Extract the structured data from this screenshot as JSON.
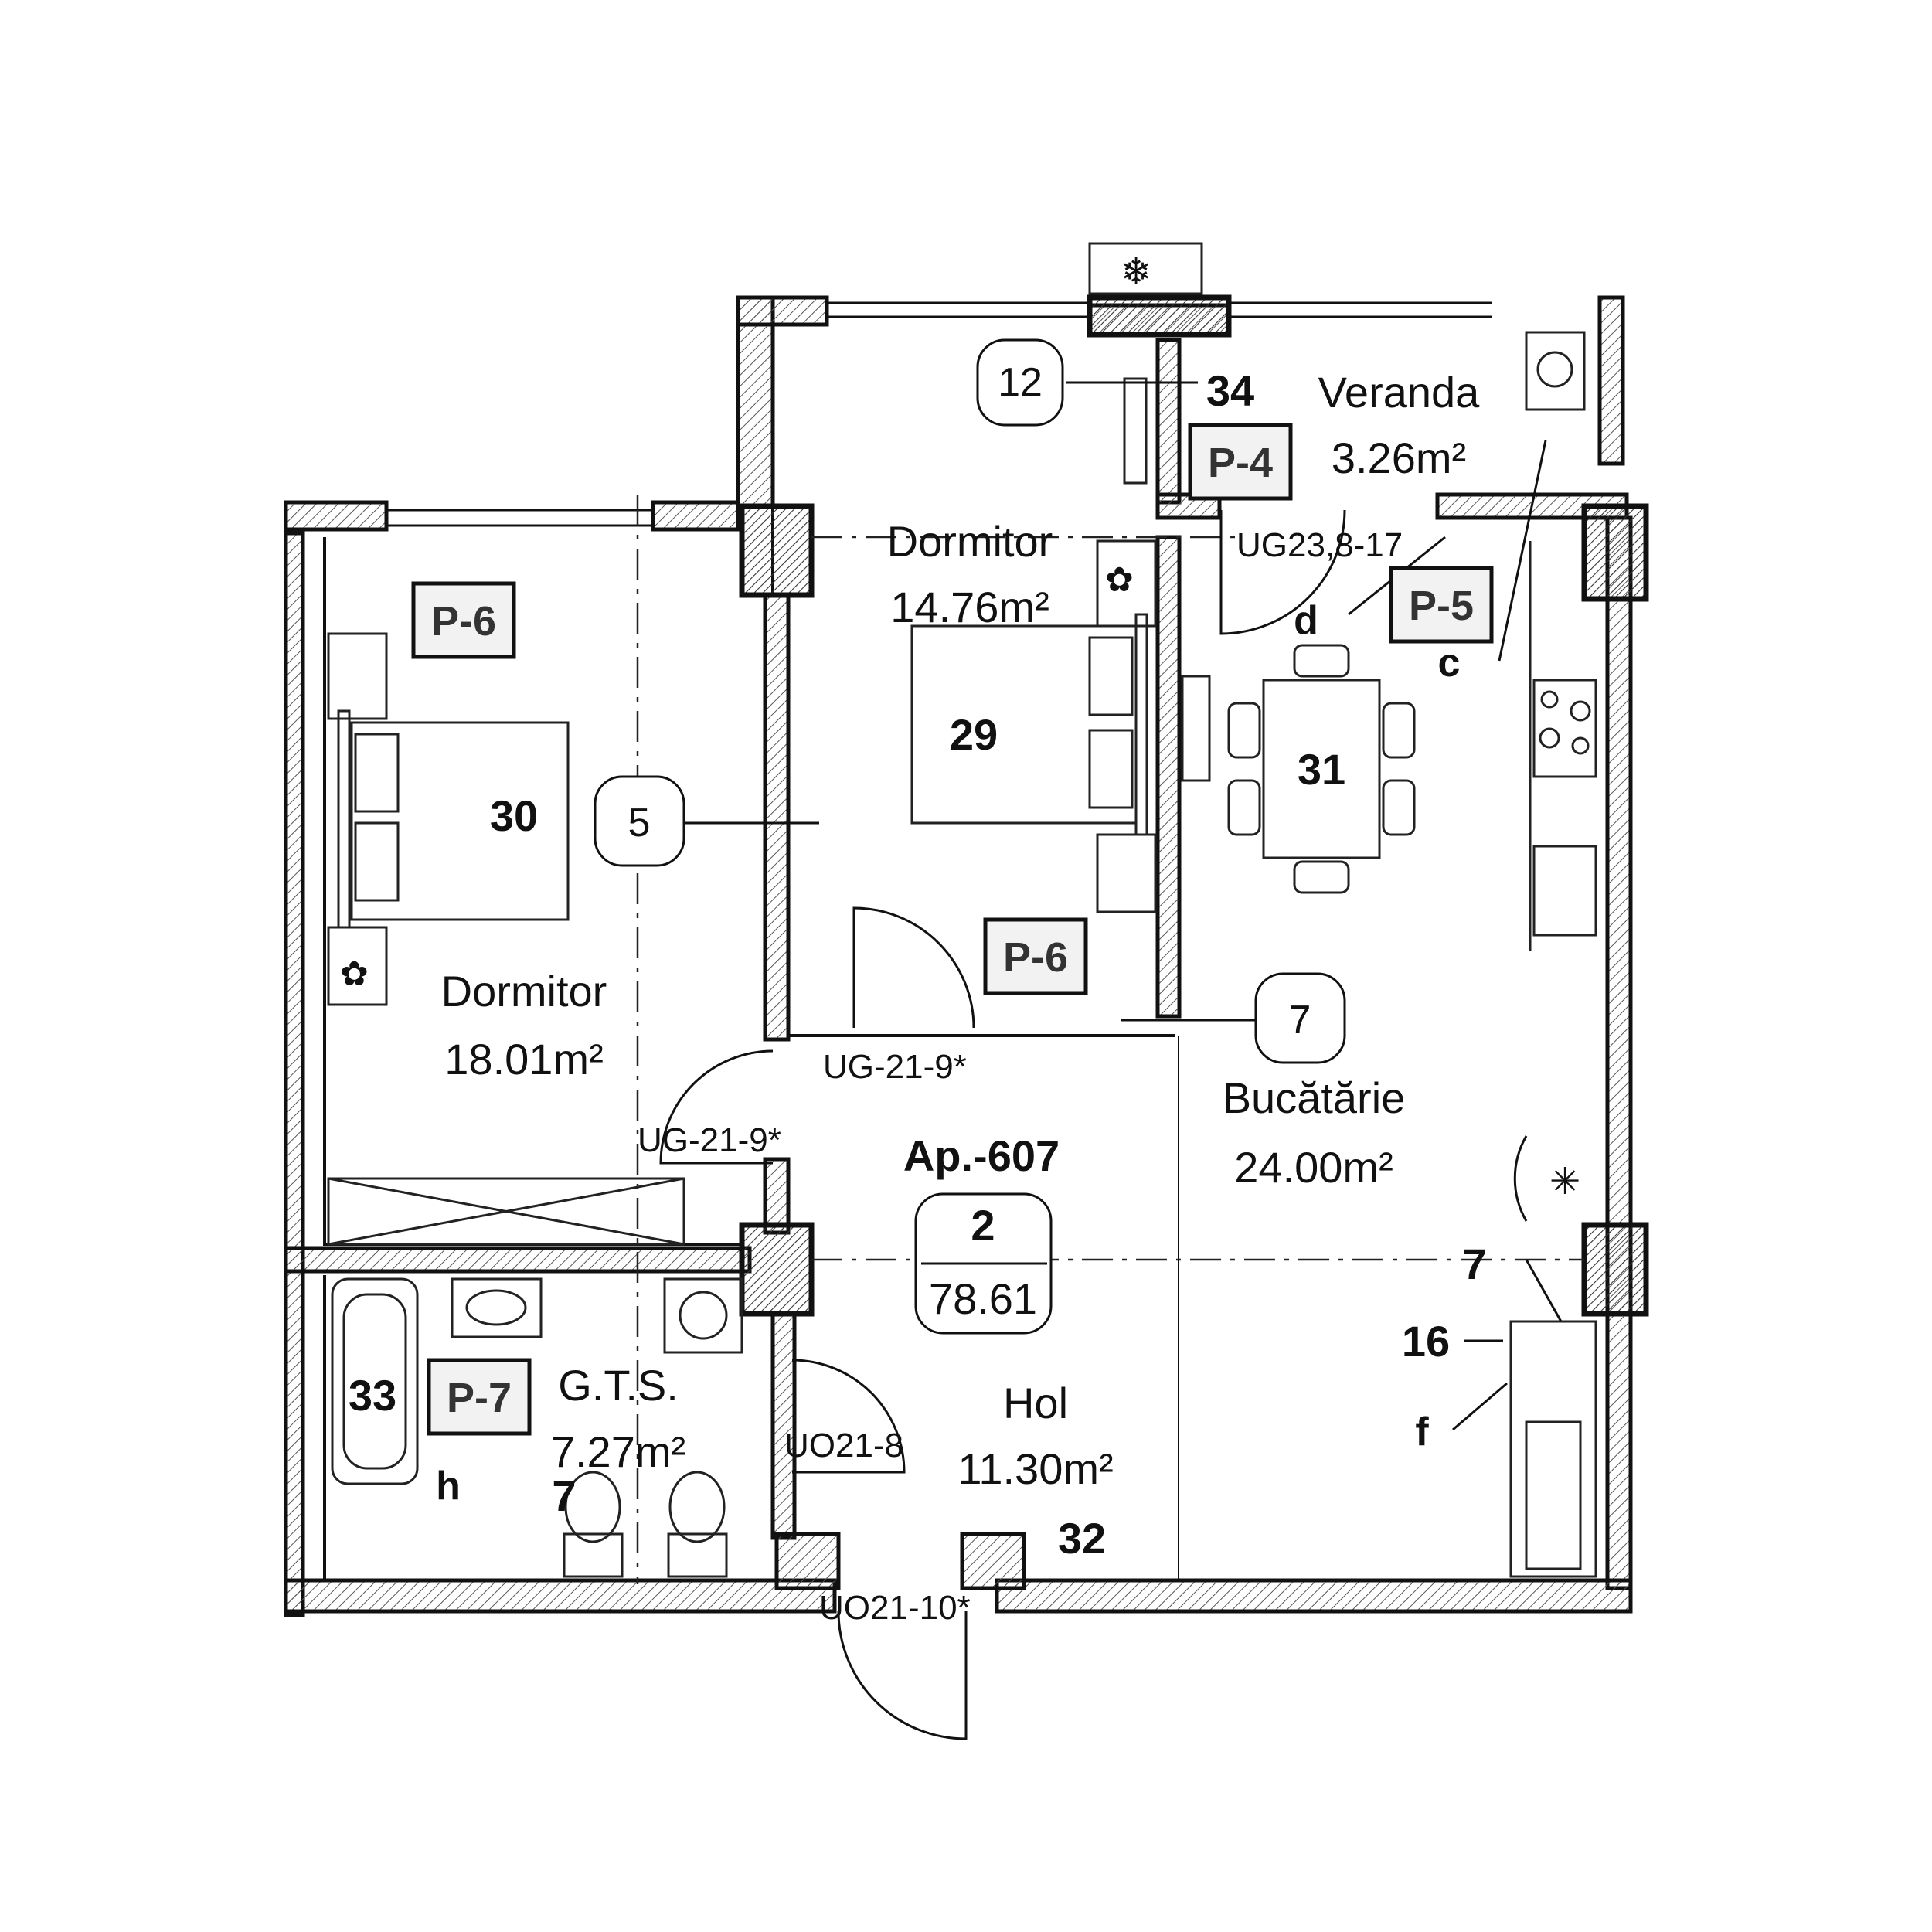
{
  "apartment": {
    "id": "Ap.-607",
    "rooms_count": "2",
    "total_area": "78.61"
  },
  "rooms": {
    "bedroom_left": {
      "name": "Dormitor",
      "area": "18.01m²"
    },
    "bedroom_top": {
      "name": "Dormitor",
      "area": "14.76m²"
    },
    "veranda": {
      "name": "Veranda",
      "area": "3.26m²"
    },
    "kitchen": {
      "name": "Bucătărie",
      "area": "24.00m²"
    },
    "bathroom": {
      "name": "G.T.S.",
      "area": "7.27m²"
    },
    "hall": {
      "name": "Hol",
      "area": "11.30m²"
    }
  },
  "panel_tags": {
    "p6_left": "P-6",
    "p6_mid": "P-6",
    "p4": "P-4",
    "p5": "P-5",
    "p7": "P-7"
  },
  "circle_marks": {
    "m12": "12",
    "m5": "5",
    "m7": "7"
  },
  "item_numbers": {
    "n29": "29",
    "n30": "30",
    "n31": "31",
    "n32": "32",
    "n33": "33",
    "n34": "34",
    "n16": "16",
    "n7a": "7",
    "n7b": "7"
  },
  "door_labels": {
    "ug23": "UG23,8-17",
    "ug21_top": "UG-21-9*",
    "ug21_left": "UG-21-9*",
    "uo21_8": "UO21-8",
    "uo21_10": "UO21-10*"
  },
  "letters": {
    "c": "c",
    "d": "d",
    "f": "f",
    "h": "h"
  },
  "icons": {
    "ac_unit": "snowflake-icon",
    "plant": "flower-icon",
    "fan": "asterisk-icon"
  },
  "colors": {
    "line": "#111111",
    "wall_hatch": "#444444",
    "tag_fill": "#f2f2f2",
    "column_fill": "#bbbbbb"
  }
}
